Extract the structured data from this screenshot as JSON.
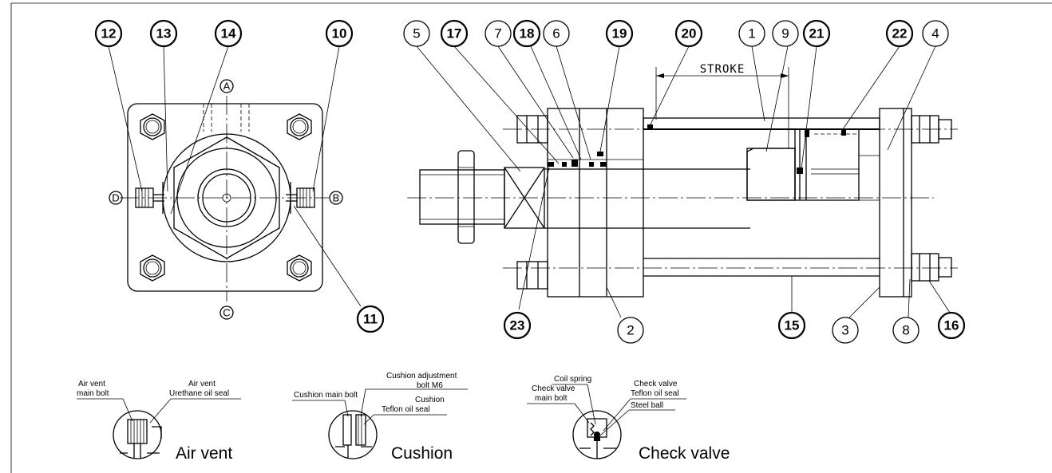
{
  "parts": {
    "p1": "1",
    "p2": "2",
    "p3": "3",
    "p4": "4",
    "p5": "5",
    "p6": "6",
    "p7": "7",
    "p8": "8",
    "p9": "9",
    "p10": "10",
    "p11": "11",
    "p12": "12",
    "p13": "13",
    "p14": "14",
    "p15": "15",
    "p16": "16",
    "p17": "17",
    "p18": "18",
    "p19": "19",
    "p20": "20",
    "p21": "21",
    "p22": "22",
    "p23": "23"
  },
  "ports": {
    "a": "A",
    "b": "B",
    "c": "C",
    "d": "D"
  },
  "stroke_label": "STROKE",
  "details": {
    "air_vent": {
      "title": "Air vent",
      "main_bolt_line1": "Air vent",
      "main_bolt_line2": "main bolt",
      "seal_line1": "Air vent",
      "seal_line2": "Urethane oil seal"
    },
    "cushion": {
      "title": "Cushion",
      "main_bolt": "Cushion main bolt",
      "adjust_line1": "Cushion adjustment",
      "adjust_line2": "bolt M6",
      "seal_line1": "Cushion",
      "seal_line2": "Teflon oil seal"
    },
    "check_valve": {
      "title": "Check valve",
      "coil_spring": "Coil spring",
      "main_bolt_line1": "Check valve",
      "main_bolt_line2": "main bolt",
      "seal_line1": "Check valve",
      "seal_line2": "Teflon oil seal",
      "steel_ball": "Steel ball"
    }
  }
}
